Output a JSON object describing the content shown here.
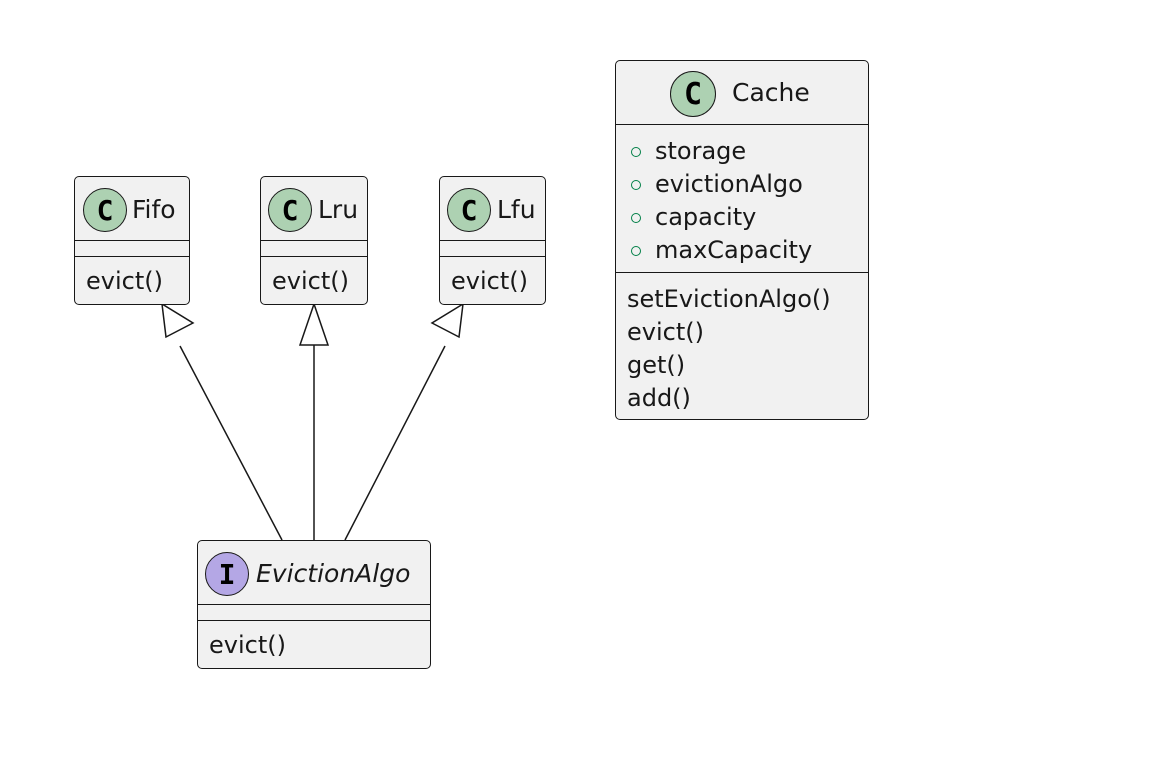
{
  "diagram": {
    "classes": {
      "fifo": {
        "kind": "class",
        "stereotype_letter": "C",
        "name": "Fifo",
        "methods": [
          "evict()"
        ]
      },
      "lru": {
        "kind": "class",
        "stereotype_letter": "C",
        "name": "Lru",
        "methods": [
          "evict()"
        ]
      },
      "lfu": {
        "kind": "class",
        "stereotype_letter": "C",
        "name": "Lfu",
        "methods": [
          "evict()"
        ]
      },
      "eviction_algo": {
        "kind": "interface",
        "stereotype_letter": "I",
        "name": "EvictionAlgo",
        "methods": [
          "evict()"
        ]
      },
      "cache": {
        "kind": "class",
        "stereotype_letter": "C",
        "name": "Cache",
        "fields": [
          "storage",
          "evictionAlgo",
          "capacity",
          "maxCapacity"
        ],
        "methods": [
          "setEvictionAlgo()",
          "evict()",
          "get()",
          "add()"
        ]
      }
    },
    "relations": [
      {
        "type": "realization",
        "from": "EvictionAlgo",
        "to": "Fifo"
      },
      {
        "type": "realization",
        "from": "EvictionAlgo",
        "to": "Lru"
      },
      {
        "type": "realization",
        "from": "EvictionAlgo",
        "to": "Lfu"
      }
    ],
    "colors": {
      "class_badge": "#add1b2",
      "interface_badge": "#b4a7e5",
      "box_fill": "#f1f1f1",
      "border": "#181818",
      "public_field_marker": "#038048"
    }
  }
}
